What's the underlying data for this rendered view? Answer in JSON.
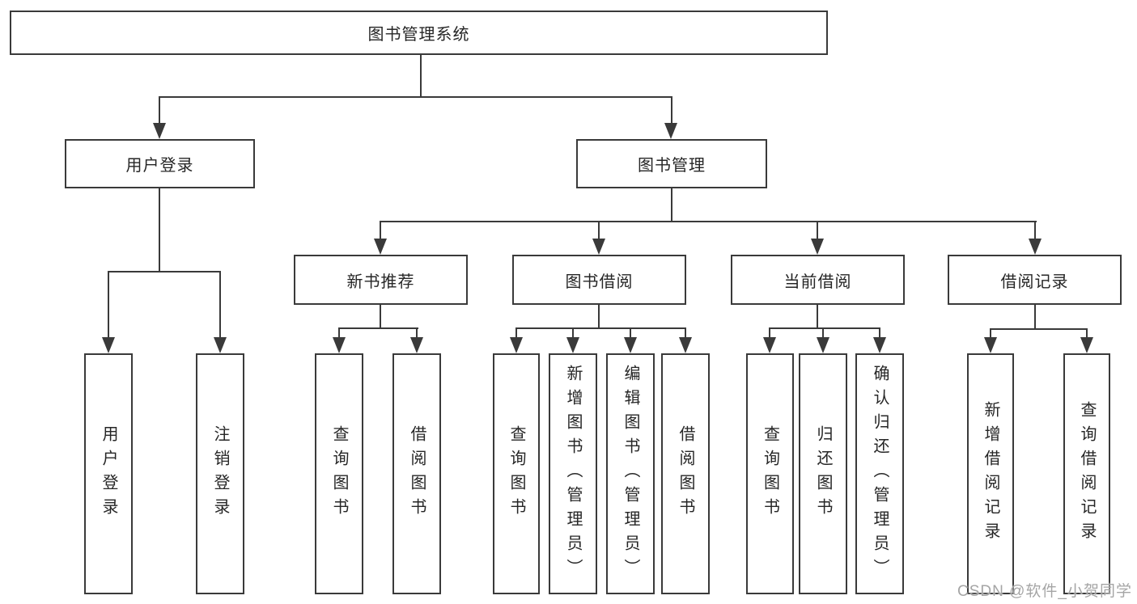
{
  "tree": {
    "root": "图书管理系统",
    "branches": [
      {
        "label": "用户登录",
        "children": [
          "用户登录",
          "注销登录"
        ]
      },
      {
        "label": "图书管理",
        "groups": [
          {
            "label": "新书推荐",
            "children": [
              "查询图书",
              "借阅图书"
            ]
          },
          {
            "label": "图书借阅",
            "children": [
              "查询图书",
              "新增图书（管理员）",
              "编辑图书（管理员）",
              "借阅图书"
            ]
          },
          {
            "label": "当前借阅",
            "children": [
              "查询图书",
              "归还图书",
              "确认归还（管理员）"
            ]
          },
          {
            "label": "借阅记录",
            "children": [
              "新增借阅记录",
              "查询借阅记录"
            ]
          }
        ]
      }
    ]
  },
  "watermark": "CSDN @软件_小贺同学",
  "colors": {
    "line": "#3a3a3a",
    "box_border": "#3a3a3a",
    "text": "#262626",
    "watermark": "#a5a5a5",
    "background": "#ffffff"
  }
}
